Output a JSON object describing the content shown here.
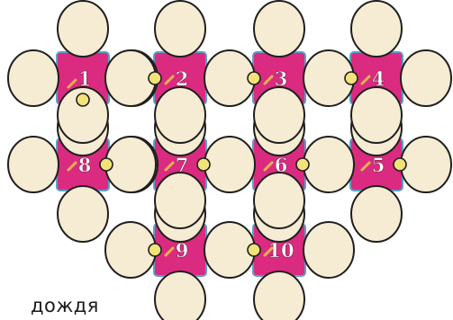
{
  "colors": {
    "circle_fill": "#f6ecd3",
    "circle_stroke": "#1f1f1f",
    "square_fill": "#db2b80",
    "square_stroke": "#5aa0c8",
    "bead_fill": "#f2e27a",
    "needle": "#e3b34d",
    "label": "#ffffff"
  },
  "nodes": [
    {
      "number": "1",
      "bead": "bottom"
    },
    {
      "number": "2",
      "bead": "left"
    },
    {
      "number": "3",
      "bead": "left"
    },
    {
      "number": "4",
      "bead": "left"
    },
    {
      "number": "8",
      "bead": "right"
    },
    {
      "number": "7",
      "bead": "right"
    },
    {
      "number": "6",
      "bead": "right"
    },
    {
      "number": "5",
      "bead": "right"
    },
    {
      "number": "9",
      "bead": "left"
    },
    {
      "number": "10",
      "bead": "left"
    }
  ],
  "caption": "дождя"
}
